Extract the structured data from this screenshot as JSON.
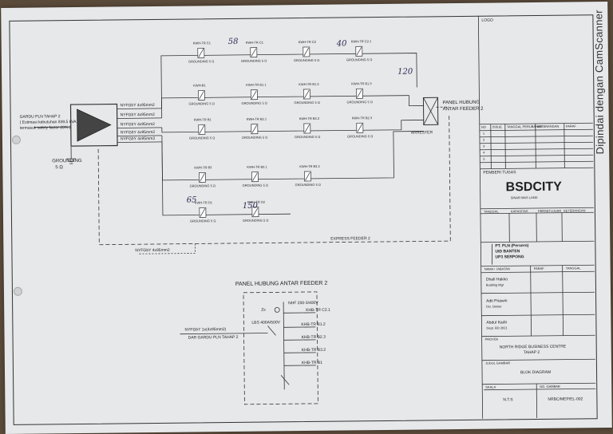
{
  "watermark": "Dipindai dengan CamScanner",
  "source": {
    "lines": [
      "GARDU PLN TAHAP 2",
      "( Estimasi kebutuhan 839,5 kVA",
      "termasuk safety factor 20% )"
    ],
    "ground": "GROUNDING",
    "ground_value": "5 Ω"
  },
  "feeders": [
    "NYFGbY 4x95mm2",
    "NYFGbY 4x95mm2",
    "NYFGbY 4x95mm2",
    "NYFGbY 4x95mm2",
    "NYFGbY 4x95mm2"
  ],
  "bottom_cable": "NYFGbY 4x95mm2",
  "loop_label": "EXPRESS FEEDER 2",
  "panel_hubung": [
    "PANEL HUBUNG",
    "ANTAR FEEDER 2"
  ],
  "rows": [
    {
      "kwh": [
        "KWH-TR C1",
        "KWH-TR C1",
        "KWH-TR C2",
        "KWH-TR C2.1"
      ]
    },
    {
      "kwh": [
        "KWH-B1",
        "KWH-TR B1.1",
        "KWH-TR B1.2",
        "KWH-TR B1.3"
      ]
    },
    {
      "kwh": [
        "KWH-TR B1",
        "KWH-TR B2.1",
        "KWH-TR B2.2",
        "KWH-TR B2.3"
      ]
    },
    {
      "kwh": [
        "KWH-TR B3",
        "KWH-TR B3.1",
        "KWH-TR B3.2"
      ]
    },
    {
      "kwh": [
        "KWH-TR D1",
        "KWH-TR D2"
      ]
    }
  ],
  "grounding_small": "GROUNDING 5 Ω",
  "arrester": "ARRESTER",
  "detail": {
    "title": "PANEL HUBUNG ANTAR FEEDER 2",
    "nhf": "NHF 200-3/400V",
    "lbs": "LBS 400A/500V",
    "zs": "Zs",
    "incoming1": "NYFGbY 1x(4x95mm2)",
    "incoming2": "DAR GARDU PLN TAHAP 2",
    "outs": [
      "KHB-TR C2.1",
      "KHB-TR B1.2",
      "KHB-TR B2.3",
      "KHB-TR B3.2",
      "KHB-TR B1"
    ]
  },
  "handwritten": [
    "58",
    "40",
    "120",
    "65",
    "150"
  ],
  "title_block": {
    "logo_box": "LOGO",
    "rev_headers": [
      "NO",
      "ISSUE",
      "TANGGAL PERUBAHAN",
      "KETERANGAN",
      "PARAF"
    ],
    "rev_rows": [
      "1",
      "2",
      "3",
      "4",
      "5"
    ],
    "pemberi": "PEMBERI TUGAS",
    "company": "BSDCITY",
    "company_sub": "SINAR MAS LAND",
    "sign_headers": [
      "TANGGAL",
      "KAPASITAS",
      "PERSETUJUAN",
      "KETERANGAN"
    ],
    "pln_lines": [
      "PT. PLN (Persero)",
      "UID BANTEN",
      "UP3 SERPONG"
    ],
    "ttd_headers": [
      "NAMA / JABATAN",
      "PARAF",
      "TANGGAL"
    ],
    "names": [
      [
        "Dhafi Hakko",
        "Building Mgr"
      ],
      [
        "Adit Priawin",
        "Div. Owner"
      ],
      [
        "Abdul Kadir",
        "Dept. BD 2021"
      ]
    ],
    "proyek_label": "PROYEK",
    "proyek": [
      "NORTH RIDGE BUSINESS CENTRE",
      "TAHAP 2"
    ],
    "judul_label": "JUDUL GAMBAR",
    "judul": "BLOK DIAGRAM",
    "skala_label": "SKALA",
    "skala": "N.T.S",
    "no_label": "NO. GAMBAR",
    "no": "NRBC/MEP/EL-002"
  }
}
